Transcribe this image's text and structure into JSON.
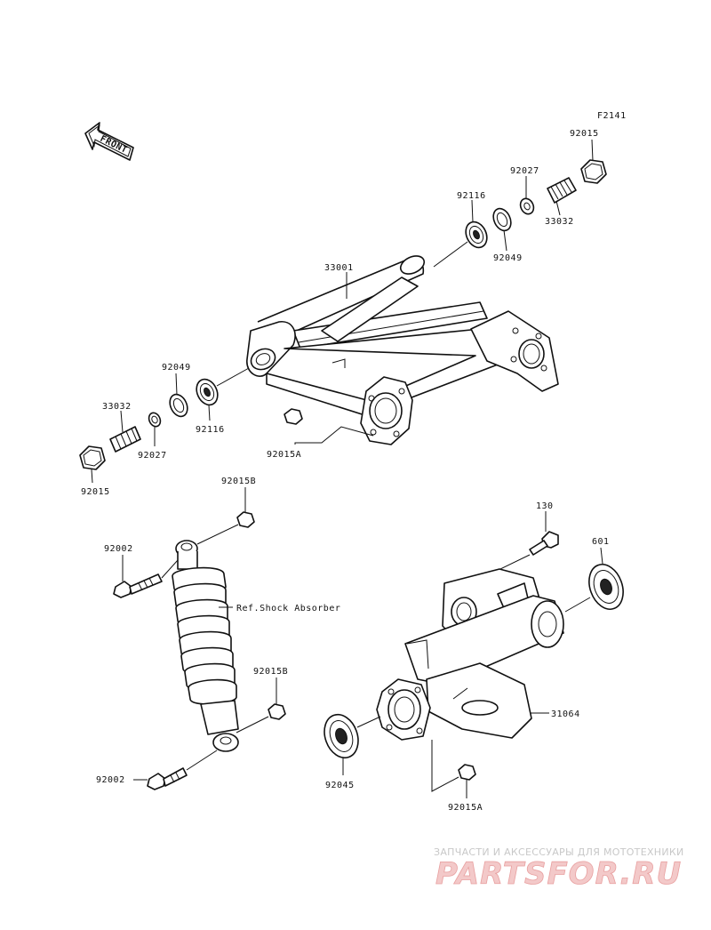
{
  "diagram_code": "F2141",
  "front_label": "FRONT",
  "colors": {
    "line": "#111111",
    "watermark_text": "#c8c8c8",
    "watermark_brand": "#f3c9c9"
  },
  "labels": {
    "p92015_top": "92015",
    "p92027_top": "92027",
    "p33032_top": "33032",
    "p92116_top": "92116",
    "p92049_top": "92049",
    "p33001": "33001",
    "p92049_left": "92049",
    "p33032_left": "33032",
    "p92116_left": "92116",
    "p92027_left": "92027",
    "p92015_left": "92015",
    "p92015A_top": "92015A",
    "p92015B_top": "92015B",
    "p92002_top": "92002",
    "ref_shock": "Ref.Shock Absorber",
    "p92015B_mid": "92015B",
    "p92002_bottom": "92002",
    "p130": "130",
    "p601": "601",
    "p31064": "31064",
    "p92045": "92045",
    "p92015A_bottom": "92015A"
  },
  "watermark": {
    "caption": "ЗАПЧАСТИ И АКСЕССУАРЫ ДЛЯ МОТОТЕХНИКИ",
    "brand": "PARTSFOR.RU"
  }
}
